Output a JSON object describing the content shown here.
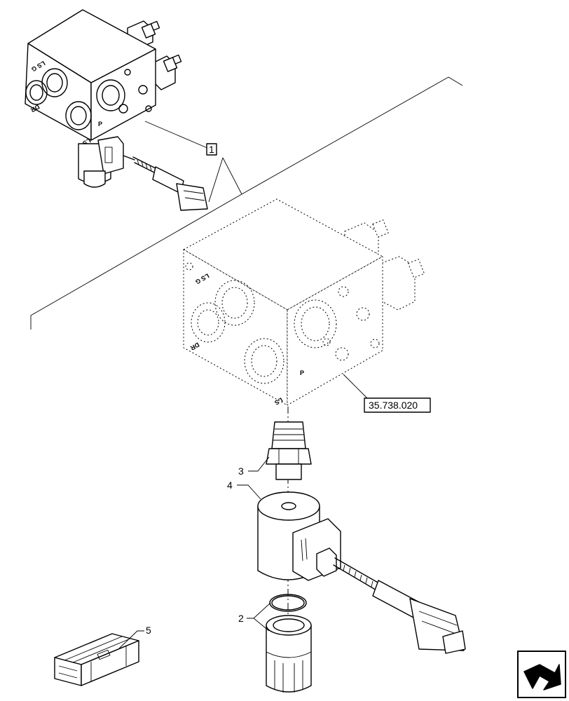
{
  "callouts": {
    "assembly": "1",
    "seal_kit": "2",
    "cartridge": "3",
    "coil": "4",
    "kit_box": "5",
    "reference": "35.738.020"
  },
  "port_markings": {
    "ls": "LS",
    "lsg": "LS G",
    "dr": "DR",
    "p": "P"
  },
  "icons": {
    "nav": "back-arrow-icon"
  }
}
